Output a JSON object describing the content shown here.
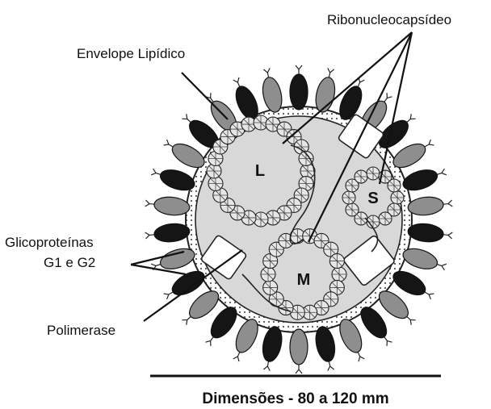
{
  "labels": {
    "ribonucleocapsid": "Ribonucleocapsídeo",
    "envelope": "Envelope Lipídico",
    "glycoproteins_line1": "Glicoproteínas",
    "glycoproteins_line2": "G1 e G2",
    "polymerase": "Polimerase"
  },
  "segments": {
    "large": "L",
    "medium": "M",
    "small": "S"
  },
  "dimensions": "Dimensões - 80 a 120 mm",
  "colors": {
    "ink": "#111111",
    "interior": "#d8d8d8",
    "glycoprotein_dark": "#151515",
    "glycoprotein_light": "#8e8e8e",
    "bead_fill": "#e6e6e6"
  }
}
